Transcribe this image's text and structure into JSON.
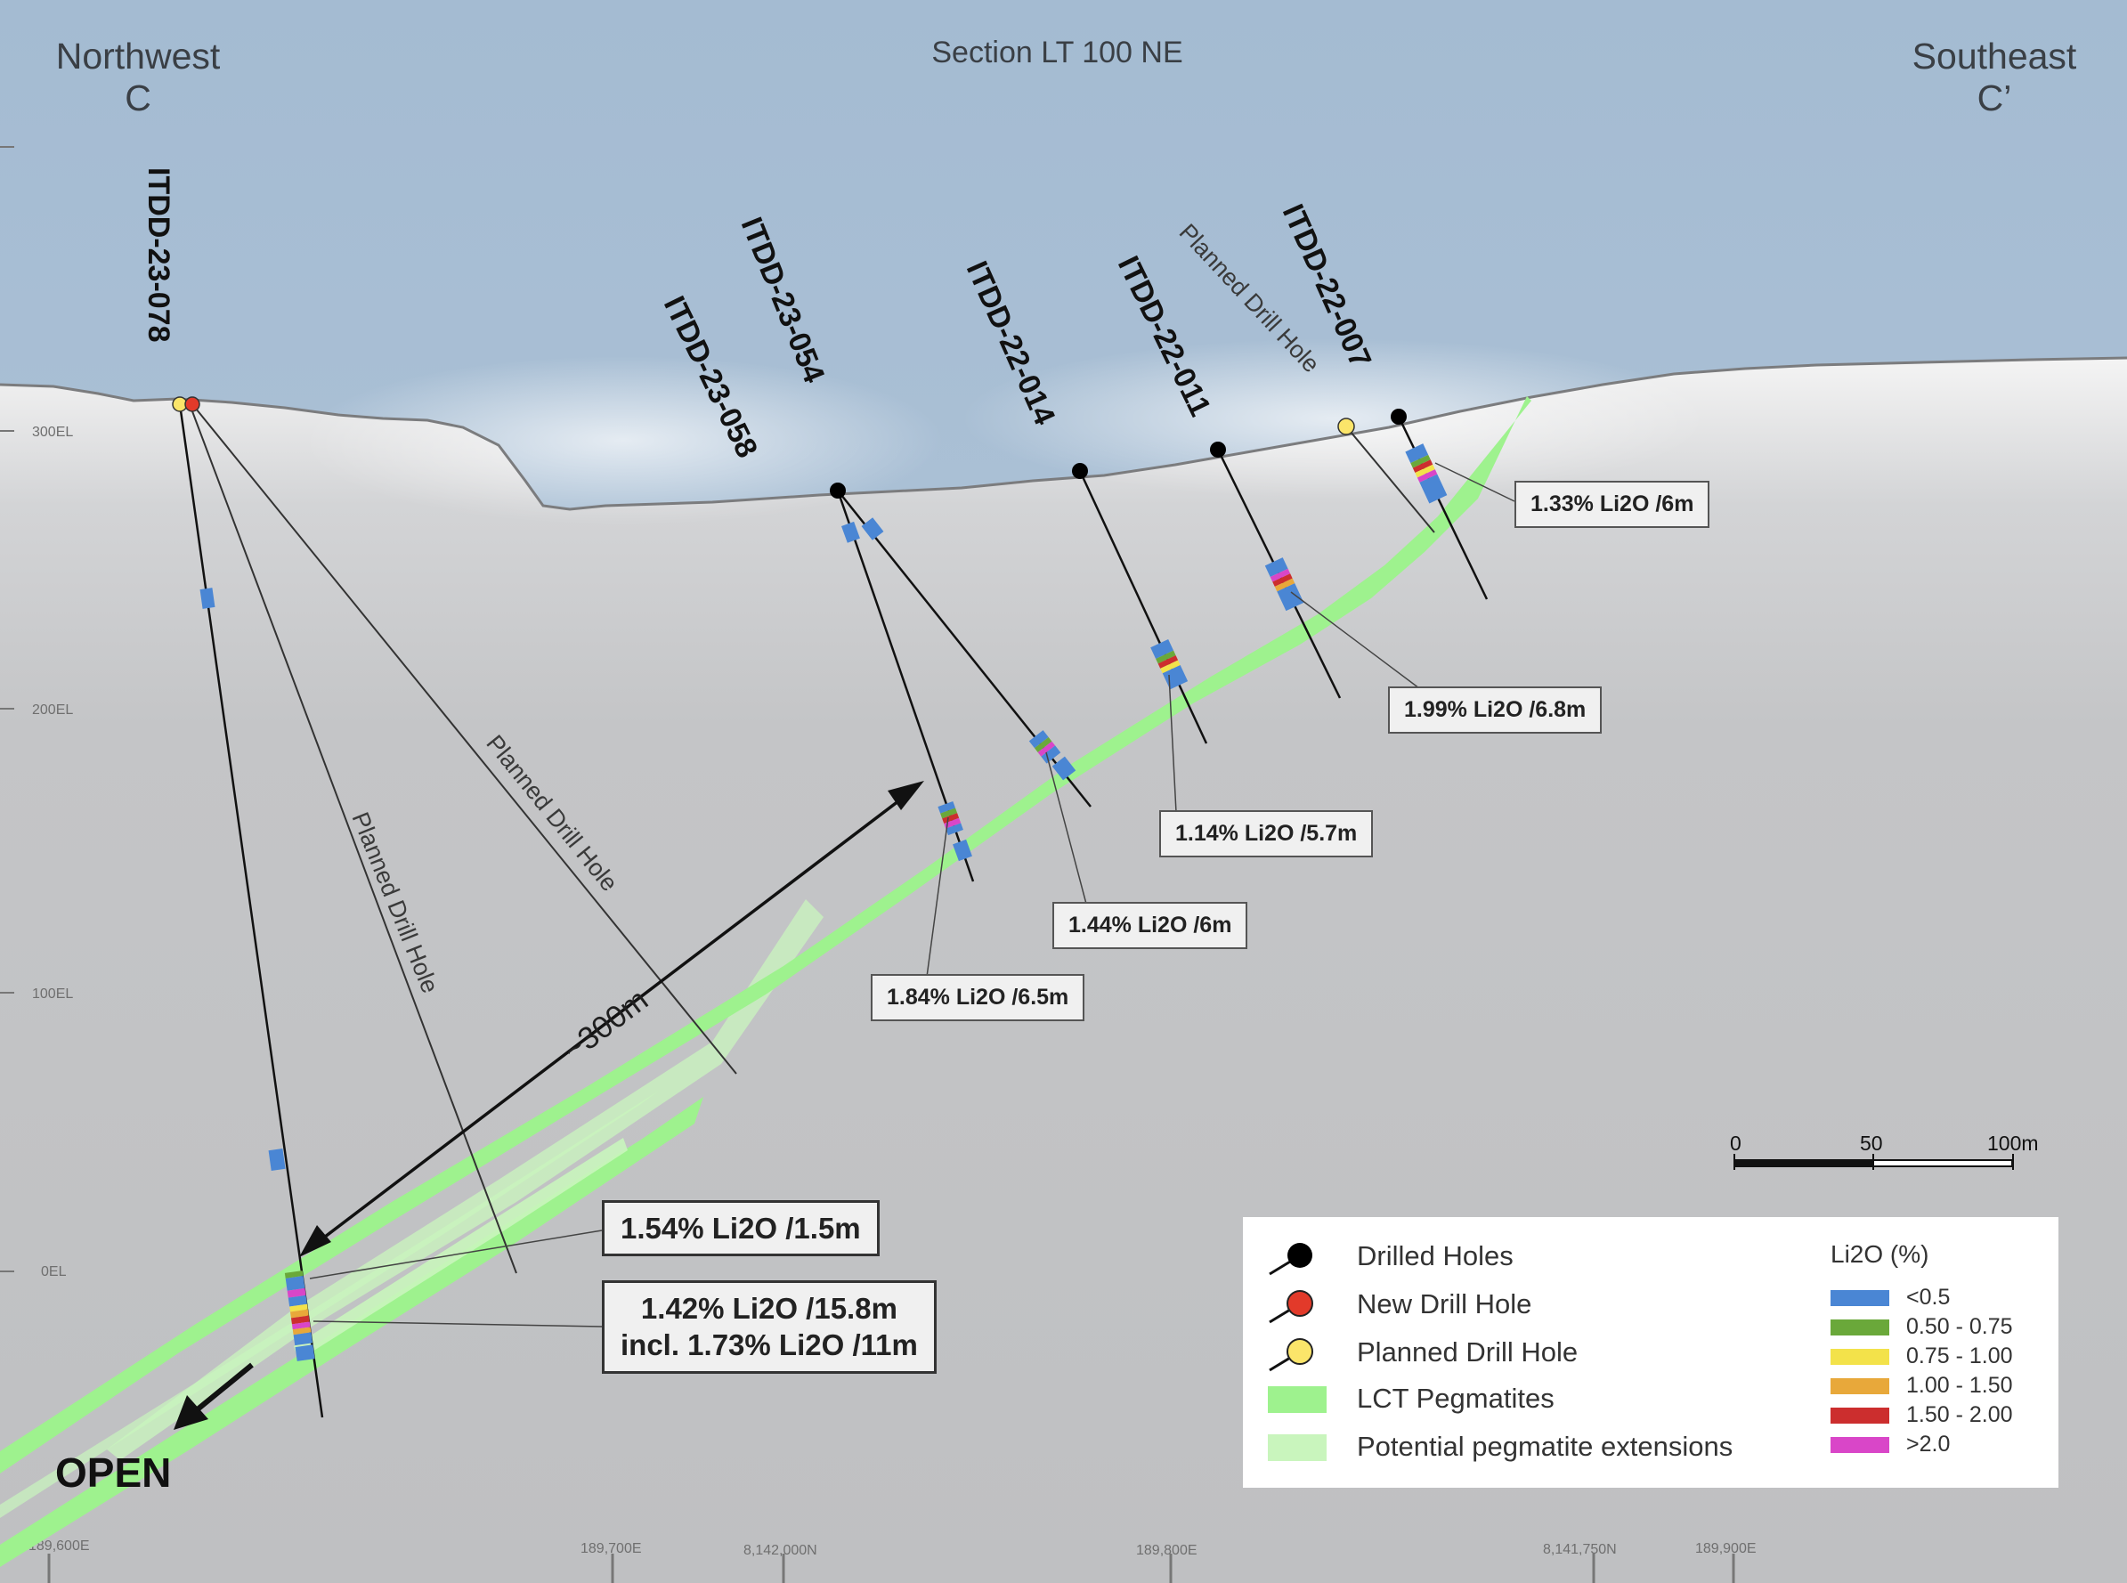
{
  "header": {
    "left_dir": "Northwest",
    "left_code": "C",
    "title": "Section LT 100 NE",
    "right_dir": "Southeast",
    "right_code": "C’"
  },
  "elevation_labels": [
    "300EL",
    "200EL",
    "100EL",
    "0EL"
  ],
  "easting_labels": [
    "189,600E",
    "189,700E",
    "8,142,000N",
    "189,800E",
    "8,141,750N",
    "189,900E"
  ],
  "holes": {
    "itdd_23_078": "ITDD-23-078",
    "itdd_23_054": "ITDD-23-054",
    "itdd_23_058": "ITDD-23-058",
    "itdd_22_014": "ITDD-22-014",
    "itdd_22_011": "ITDD-22-011",
    "itdd_22_007": "ITDD-22-007",
    "planned": "Planned Drill Hole"
  },
  "intercepts": {
    "c1": "1.33% Li2O /6m",
    "c2": "1.99% Li2O /6.8m",
    "c3": "1.14% Li2O /5.7m",
    "c4": "1.44% Li2O /6m",
    "c5": "1.84% Li2O /6.5m",
    "c6": "1.54% Li2O /1.5m",
    "c7_line1": "1.42% Li2O /15.8m",
    "c7_line2": "incl. 1.73% Li2O /11m"
  },
  "distance_label": "~300m",
  "open_label": "OPEN",
  "scale_bar": {
    "labels": [
      "0",
      "50",
      "100m"
    ]
  },
  "legend": {
    "drilled": "Drilled Holes",
    "new": "New Drill Hole",
    "planned": "Planned Drill Hole",
    "lct": "LCT Pegmatites",
    "potential": "Potential pegmatite extensions",
    "grade_title": "Li2O (%)",
    "grades": [
      {
        "label": "<0.5",
        "color": "#4a86d4"
      },
      {
        "label": "0.50 - 0.75",
        "color": "#6aa83a"
      },
      {
        "label": "0.75 - 1.00",
        "color": "#f3e24a"
      },
      {
        "label": "1.00 - 1.50",
        "color": "#e8a83a"
      },
      {
        "label": "1.50 - 2.00",
        "color": "#cc2e2e"
      },
      {
        "label": ">2.0",
        "color": "#d946c8"
      }
    ]
  },
  "colors": {
    "sky": "#a9bfd4",
    "ground": "#c2c3c5",
    "lct": "#9ef28e",
    "potential": "#c9f5bd",
    "drilled": "#000000",
    "new_hole": "#e23a2a",
    "planned_hole": "#fbe56a"
  }
}
